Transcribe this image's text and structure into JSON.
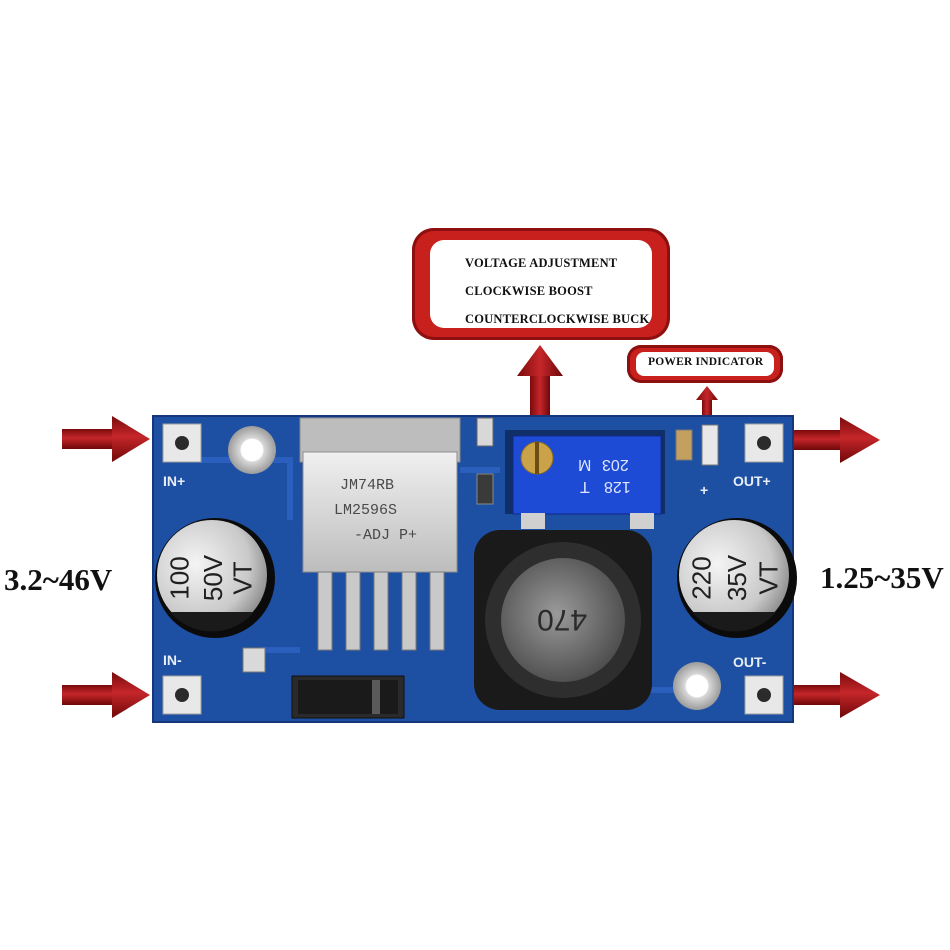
{
  "callout_voltage": {
    "lines": [
      "VOLTAGE ADJUSTMENT",
      "CLOCKWISE BOOST",
      "COUNTERCLOCKWISE BUCK"
    ]
  },
  "callout_power": {
    "label": "POWER INDICATOR"
  },
  "input_voltage": "3.2~46V",
  "output_voltage": "1.25~35V",
  "board": {
    "silk_in_plus": "IN+",
    "silk_in_minus": "IN-",
    "silk_out_plus": "OUT+",
    "silk_out_minus": "OUT-",
    "silk_plus": "+",
    "ic_line1": "JM74RB",
    "ic_line2": "LM2596S",
    "ic_line3": "-ADJ  P+",
    "trimmer_line1": "203",
    "trimmer_line2": "128",
    "trimmer_line3": "T",
    "trimmer_line4": "M",
    "inductor_marking": "470",
    "cap_in": [
      "100",
      "50V",
      "VT"
    ],
    "cap_out": [
      "220",
      "35V",
      "VT"
    ]
  },
  "colors": {
    "pcb": "#1d4fa3",
    "arrow": "#b0191c",
    "callout": "#c8201c",
    "trimmer": "#1d4bd6"
  }
}
